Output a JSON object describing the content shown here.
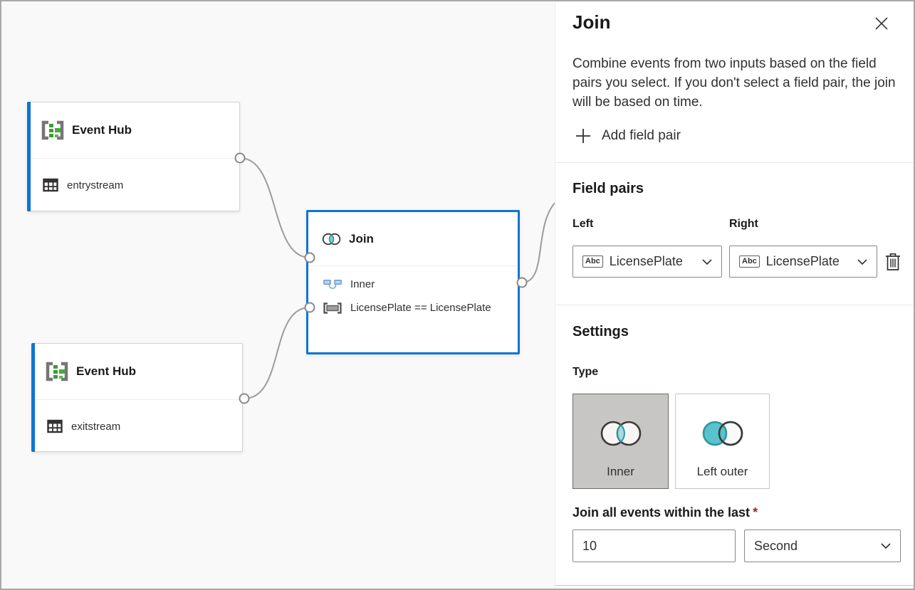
{
  "canvas": {
    "nodes": {
      "entry": {
        "title": "Event Hub",
        "stream": "entrystream"
      },
      "exit": {
        "title": "Event Hub",
        "stream": "exitstream"
      },
      "join": {
        "title": "Join",
        "type": "Inner",
        "condition": "LicensePlate == LicensePlate"
      }
    }
  },
  "panel": {
    "title": "Join",
    "description": "Combine events from two inputs based on the field pairs you select. If you don't select a field pair, the join will be based on time.",
    "add_field_pair": "Add field pair",
    "field_pairs": {
      "heading": "Field pairs",
      "left_label": "Left",
      "right_label": "Right",
      "left_value": "LicensePlate",
      "right_value": "LicensePlate",
      "left_type_badge": "Abc",
      "right_type_badge": "Abc"
    },
    "settings": {
      "heading": "Settings",
      "type_label": "Type",
      "type_options": [
        {
          "label": "Inner",
          "selected": true
        },
        {
          "label": "Left outer",
          "selected": false
        }
      ],
      "duration_label": "Join all events within the last",
      "required_marker": "*",
      "duration_value": "10",
      "duration_unit": "Second"
    }
  },
  "colors": {
    "accent_blue": "#0f74d4",
    "teal_stroke": "#2e96a0",
    "teal_light_fill": "#a5dade",
    "teal_medium_fill": "#58c3ca",
    "selected_card_bg": "#c8c6c4",
    "required_red": "#a4262c",
    "wire_gray": "#9e9c9a"
  }
}
